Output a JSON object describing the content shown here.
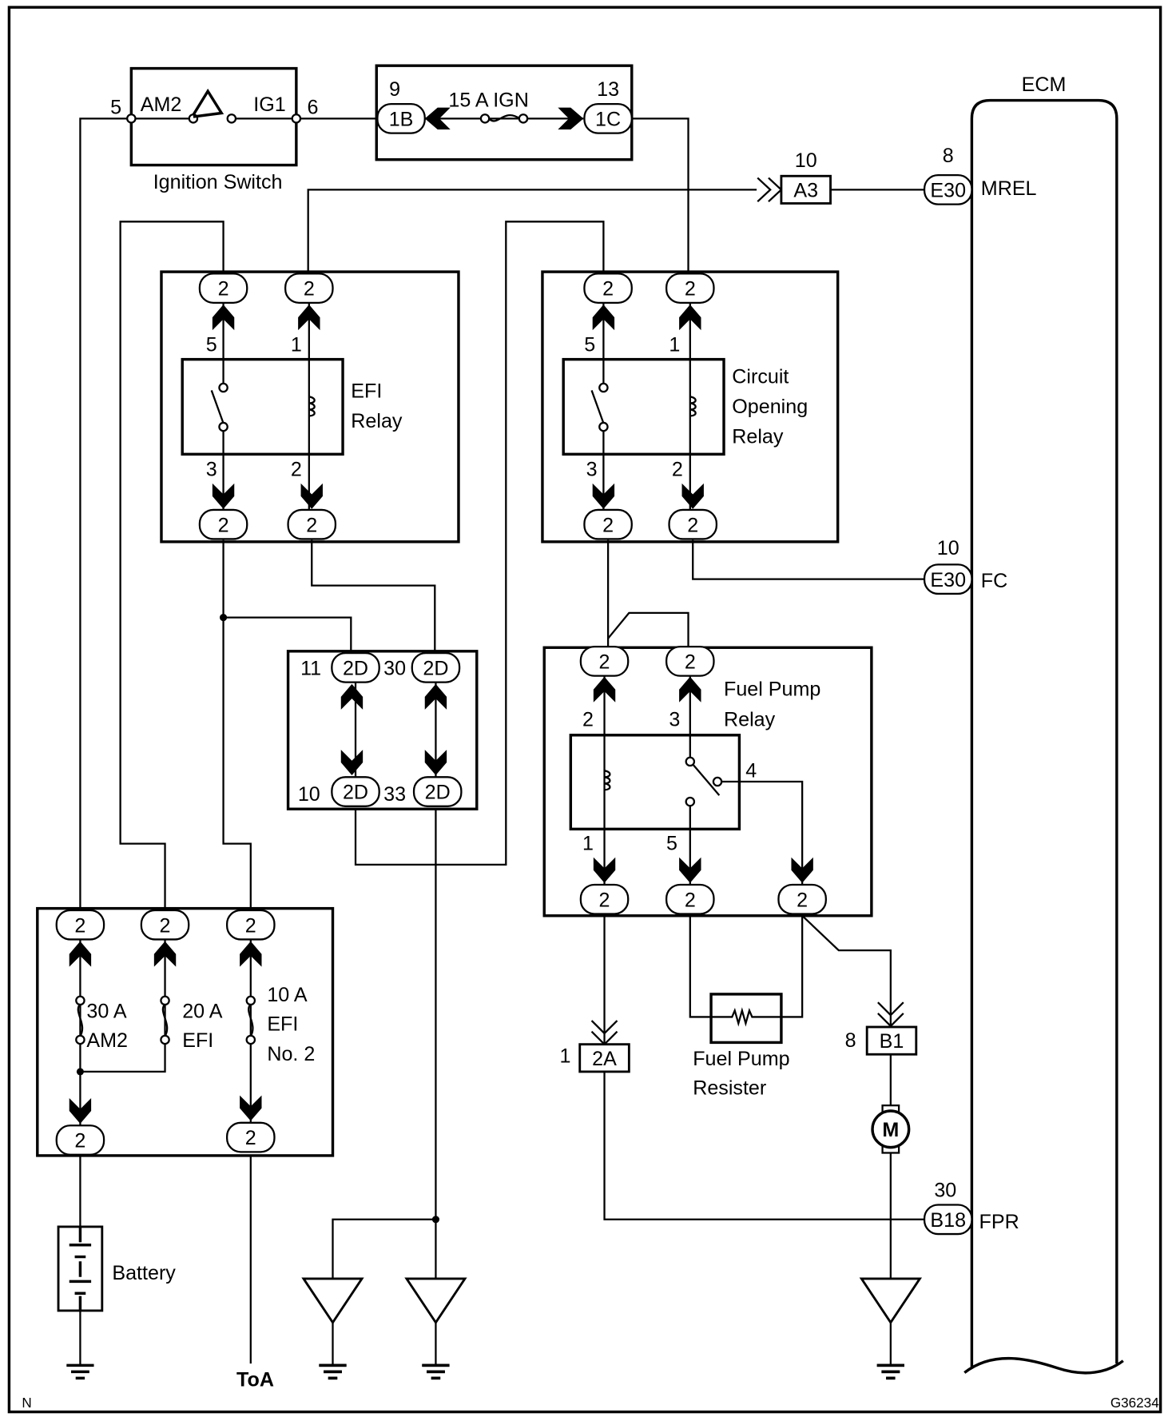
{
  "ecm": {
    "name": "ECM",
    "mrel": {
      "conn": "E30",
      "pin": "8",
      "signal": "MREL"
    },
    "fc": {
      "conn": "E30",
      "pin": "10",
      "signal": "FC"
    },
    "fpr": {
      "conn": "B18",
      "pin": "30",
      "signal": "FPR"
    }
  },
  "ignition_switch": {
    "name": "Ignition Switch",
    "pin_left": "5",
    "pin_right": "6",
    "am2": "AM2",
    "ig1": "IG1"
  },
  "ign_fuse": {
    "label": "15 A IGN",
    "pin_in": "9",
    "pin_out": "13",
    "conn_in": "1B",
    "conn_out": "1C"
  },
  "a3": {
    "conn": "A3",
    "pin": "10"
  },
  "efi_relay": {
    "name_1": "EFI",
    "name_2": "Relay",
    "pin_5": "5",
    "pin_1": "1",
    "pin_3": "3",
    "pin_2": "2"
  },
  "circuit_opening_relay": {
    "name_1": "Circuit",
    "name_2": "Opening",
    "name_3": "Relay",
    "pin_5": "5",
    "pin_1": "1",
    "pin_3": "3",
    "pin_2": "2"
  },
  "junction_connector": "2",
  "block_2d": {
    "conn": "2D",
    "pin_11": "11",
    "pin_30": "30",
    "pin_10": "10",
    "pin_33": "33"
  },
  "fuel_pump_relay": {
    "name_1": "Fuel Pump",
    "name_2": "Relay",
    "pin_2": "2",
    "pin_3": "3",
    "pin_4": "4",
    "pin_1": "1",
    "pin_5": "5"
  },
  "conn_2a": {
    "conn": "2A",
    "pin": "1"
  },
  "fuel_pump_resister": {
    "name_1": "Fuel Pump",
    "name_2": "Resister"
  },
  "fuel_pump": {
    "conn": "B1",
    "pin": "8",
    "motor": "M"
  },
  "fuses": {
    "am2_1": "30 A",
    "am2_2": "AM2",
    "efi_1": "20 A",
    "efi_2": "EFI",
    "efi2_1": "10 A",
    "efi2_2": "EFI",
    "efi2_3": "No. 2"
  },
  "battery": "Battery",
  "to_a": "ToA",
  "corner_mark": "N",
  "figure_code": "G36234"
}
